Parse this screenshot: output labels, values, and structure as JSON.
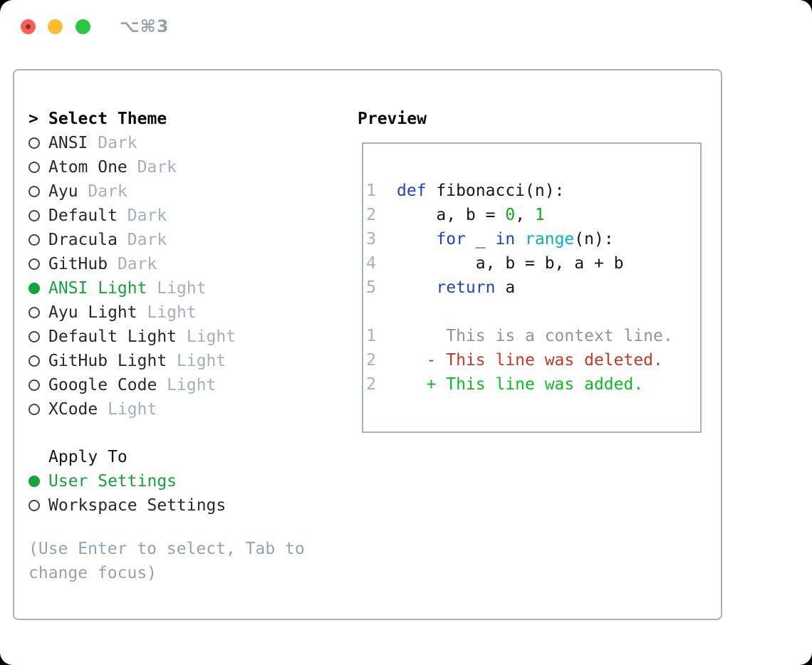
{
  "window": {
    "title": "⌥⌘3"
  },
  "theme_selector": {
    "prompt": ">",
    "title": "Select Theme",
    "items": [
      {
        "name": "ANSI",
        "variant": "Dark",
        "selected": false
      },
      {
        "name": "Atom One",
        "variant": "Dark",
        "selected": false
      },
      {
        "name": "Ayu",
        "variant": "Dark",
        "selected": false
      },
      {
        "name": "Default",
        "variant": "Dark",
        "selected": false
      },
      {
        "name": "Dracula",
        "variant": "Dark",
        "selected": false
      },
      {
        "name": "GitHub",
        "variant": "Dark",
        "selected": false
      },
      {
        "name": "ANSI Light",
        "variant": "Light",
        "selected": true
      },
      {
        "name": "Ayu Light",
        "variant": "Light",
        "selected": false
      },
      {
        "name": "Default Light",
        "variant": "Light",
        "selected": false
      },
      {
        "name": "GitHub Light",
        "variant": "Light",
        "selected": false
      },
      {
        "name": "Google Code",
        "variant": "Light",
        "selected": false
      },
      {
        "name": "XCode",
        "variant": "Light",
        "selected": false
      }
    ]
  },
  "apply_to": {
    "title": "Apply To",
    "options": [
      {
        "label": "User Settings",
        "selected": true
      },
      {
        "label": "Workspace Settings",
        "selected": false
      }
    ]
  },
  "hint": "(Use Enter to select, Tab to change focus)",
  "preview": {
    "title": "Preview",
    "lines": [
      {
        "num": "1",
        "segments": [
          {
            "text": "def",
            "style": "keyword"
          },
          {
            "text": " fibonacci(n):",
            "style": "plain"
          }
        ]
      },
      {
        "num": "2",
        "segments": [
          {
            "text": "    a, b = ",
            "style": "plain"
          },
          {
            "text": "0",
            "style": "number"
          },
          {
            "text": ", ",
            "style": "plain"
          },
          {
            "text": "1",
            "style": "number"
          }
        ]
      },
      {
        "num": "3",
        "segments": [
          {
            "text": "    ",
            "style": "plain"
          },
          {
            "text": "for",
            "style": "keyword"
          },
          {
            "text": " _ ",
            "style": "plain"
          },
          {
            "text": "in",
            "style": "keyword"
          },
          {
            "text": " ",
            "style": "plain"
          },
          {
            "text": "range",
            "style": "builtin"
          },
          {
            "text": "(n):",
            "style": "plain"
          }
        ]
      },
      {
        "num": "4",
        "segments": [
          {
            "text": "        a, b = b, a + b",
            "style": "plain"
          }
        ]
      },
      {
        "num": "5",
        "segments": [
          {
            "text": "    ",
            "style": "plain"
          },
          {
            "text": "return",
            "style": "keyword"
          },
          {
            "text": " a",
            "style": "plain"
          }
        ]
      },
      {
        "num": "",
        "segments": []
      },
      {
        "num": "1",
        "segments": [
          {
            "text": "     This is a context line.",
            "style": "context"
          }
        ]
      },
      {
        "num": "2",
        "segments": [
          {
            "text": "   - This line was deleted.",
            "style": "deleted"
          }
        ]
      },
      {
        "num": "2",
        "segments": [
          {
            "text": "   + This line was added.",
            "style": "added"
          }
        ]
      }
    ]
  },
  "colors": {
    "accent_green": "#13a43c",
    "keyword_blue": "#1e43cf",
    "builtin_cyan": "#00b5c8",
    "number_green": "#0fae14",
    "added_green": "#0bbf1d",
    "deleted_red": "#c53824",
    "context_gray": "#8e959e",
    "muted_gray": "#a7aebc",
    "hint_gray": "#98a1b0",
    "text_dark": "#26292e",
    "heading_black": "#0b0c0e",
    "border_gray": "#a9b1bb",
    "titlebar_gray": "#9aa0a8",
    "traffic_red": "#ff5f57",
    "traffic_red_dot": "#8e2c22",
    "traffic_yellow": "#febc2e",
    "traffic_green": "#28c840",
    "radio_ring": "#43474d",
    "code_plain": "#17181c"
  }
}
